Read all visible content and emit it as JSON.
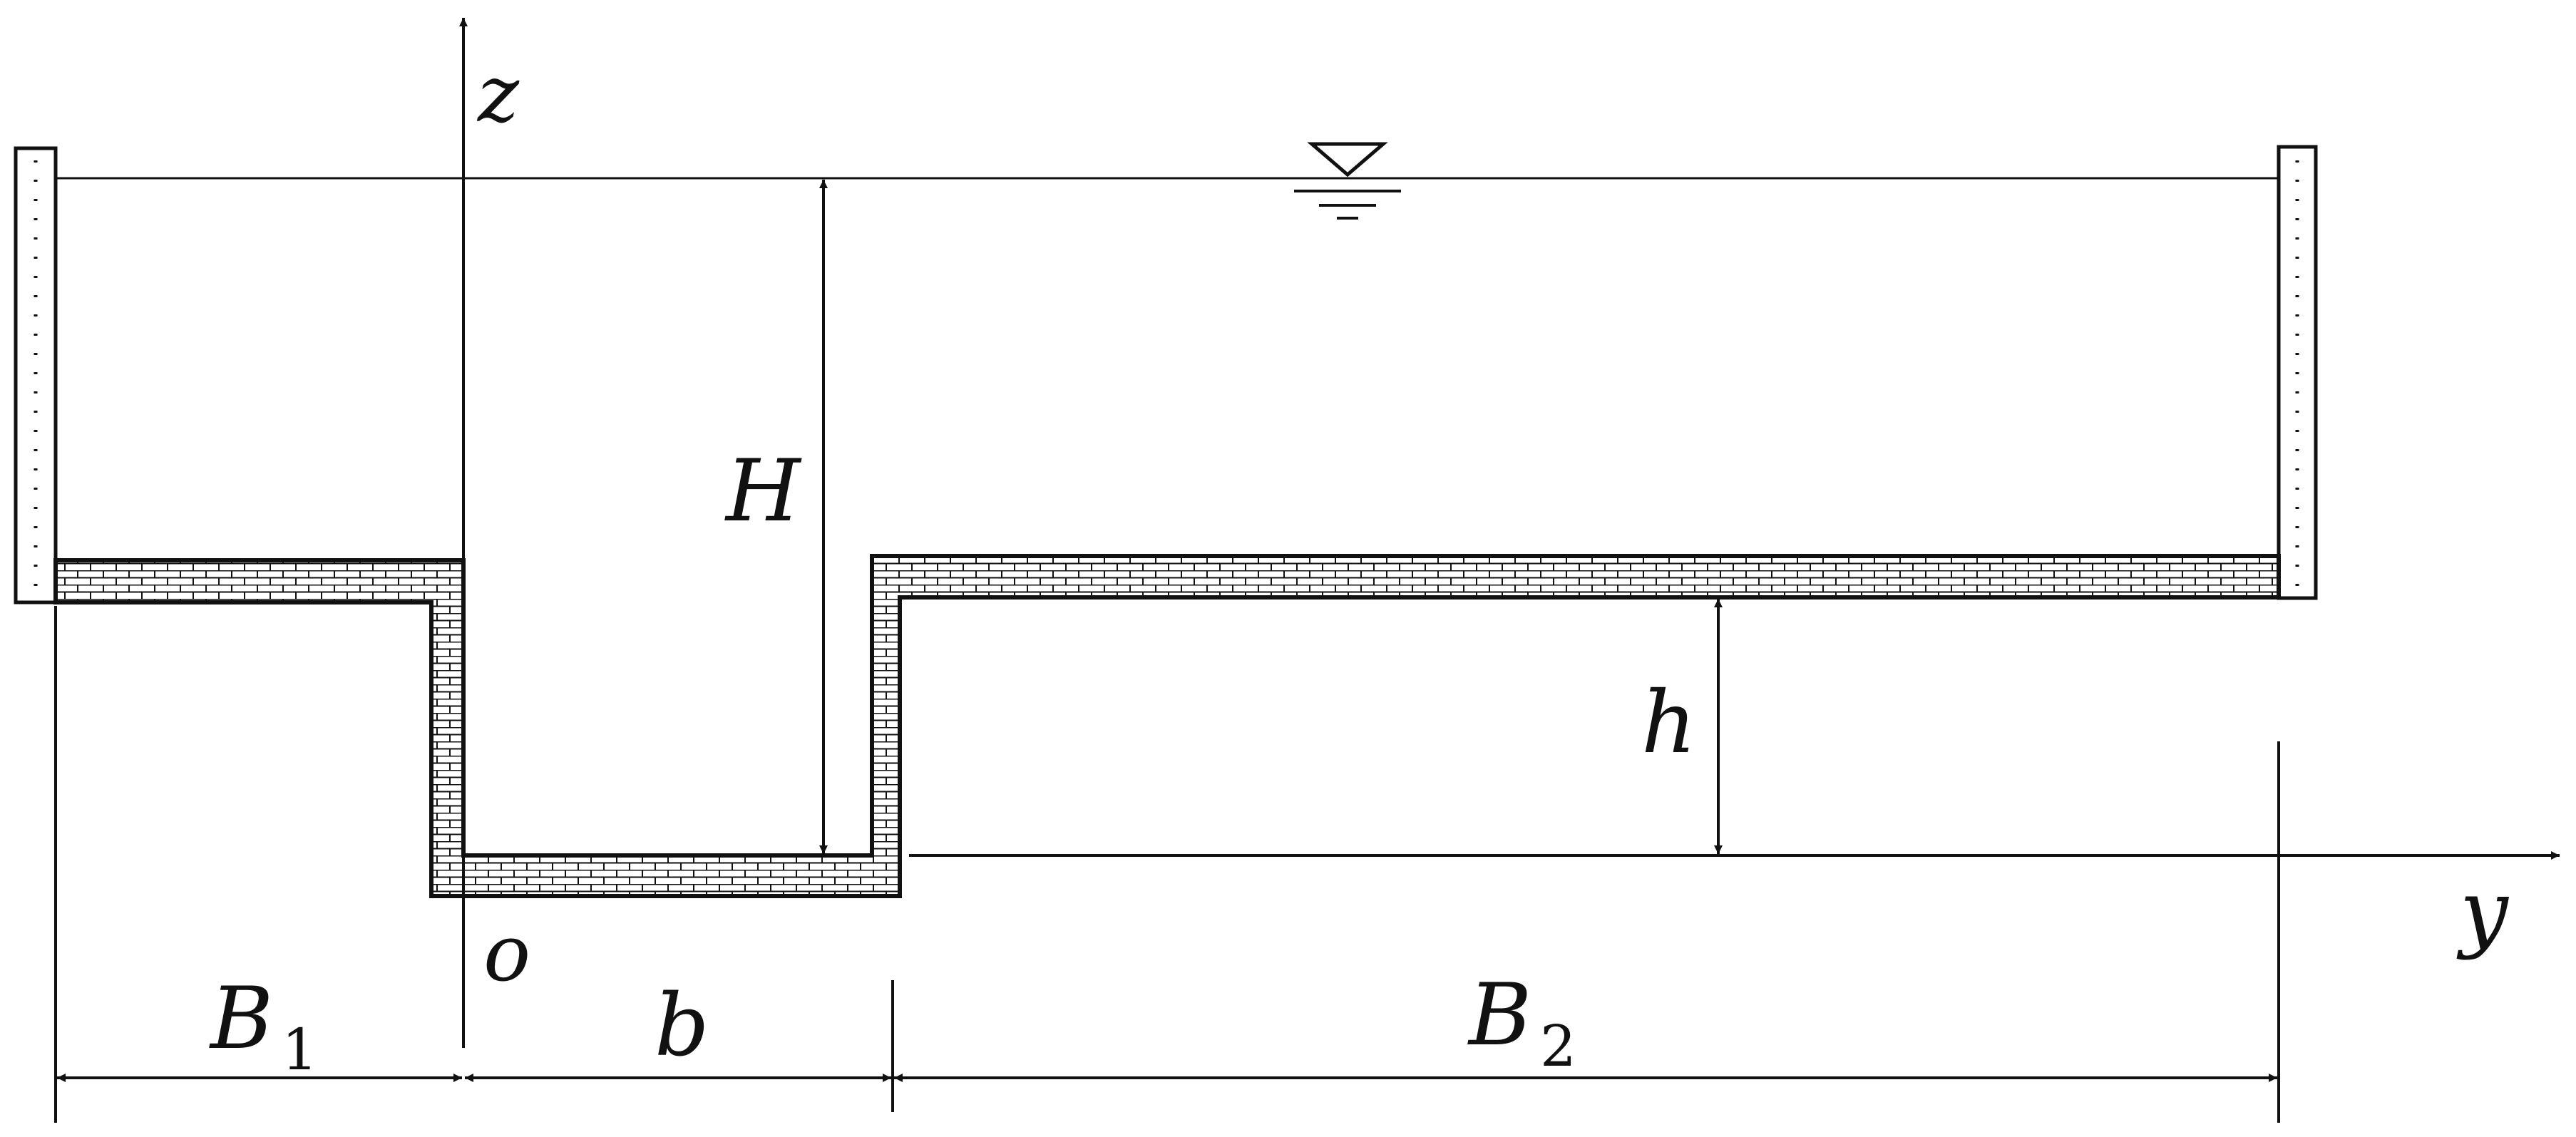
{
  "diagram": {
    "labels": {
      "z_axis": "z",
      "y_axis": "y",
      "origin": "o",
      "depth_H": "H",
      "step_h": "h",
      "width_b": "b",
      "width_B1": "B",
      "width_B1_sub": "1",
      "width_B2": "B",
      "width_B2_sub": "2"
    },
    "colors": {
      "line": "#111111",
      "brick_fill": "#ffffff",
      "background": "#ffffff"
    },
    "symbols": [
      "water-surface-symbol"
    ]
  }
}
